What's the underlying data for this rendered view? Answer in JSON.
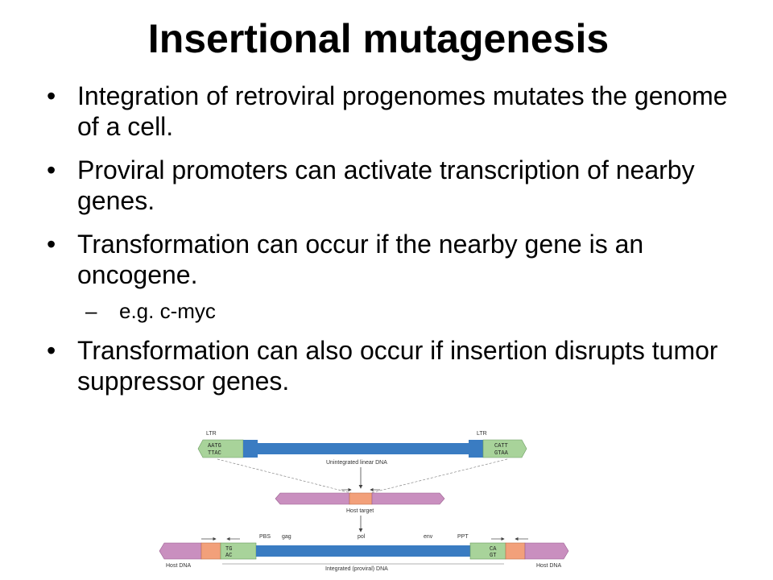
{
  "slide": {
    "title": "Insertional mutagenesis",
    "bullets": [
      "Integration of retroviral progenomes mutates the genome of a cell.",
      "Proviral promoters can activate transcription of nearby genes.",
      "Transformation can occur if the nearby gene is an oncogene.",
      "Transformation can also occur if insertion disrupts tumor suppressor genes."
    ],
    "sub_bullet": "e.g. c-myc"
  },
  "figure": {
    "ltr_left": "LTR",
    "ltr_right": "LTR",
    "seq_left_top": "AATG",
    "seq_left_bottom": "TTAC",
    "seq_right_top": "CATT",
    "seq_right_bottom": "GTAA",
    "unintegrated": "Unintegrated linear DNA",
    "host_target": "Host target",
    "pbs": "PBS",
    "gag": "gag",
    "pol": "pol",
    "env": "env",
    "ppt": "PPT",
    "seq_int_left_top": "TG",
    "seq_int_left_bottom": "AC",
    "seq_int_right_top": "CA",
    "seq_int_right_bottom": "GT",
    "host_dna_left": "Host DNA",
    "integrated": "Integrated (proviral) DNA",
    "host_dna_right": "Host DNA"
  },
  "colors": {
    "viral_blue": "#3a7cc2",
    "ltr_green": "#a8d39a",
    "host_pink": "#c98fbf",
    "target_orange": "#f2a07a"
  }
}
